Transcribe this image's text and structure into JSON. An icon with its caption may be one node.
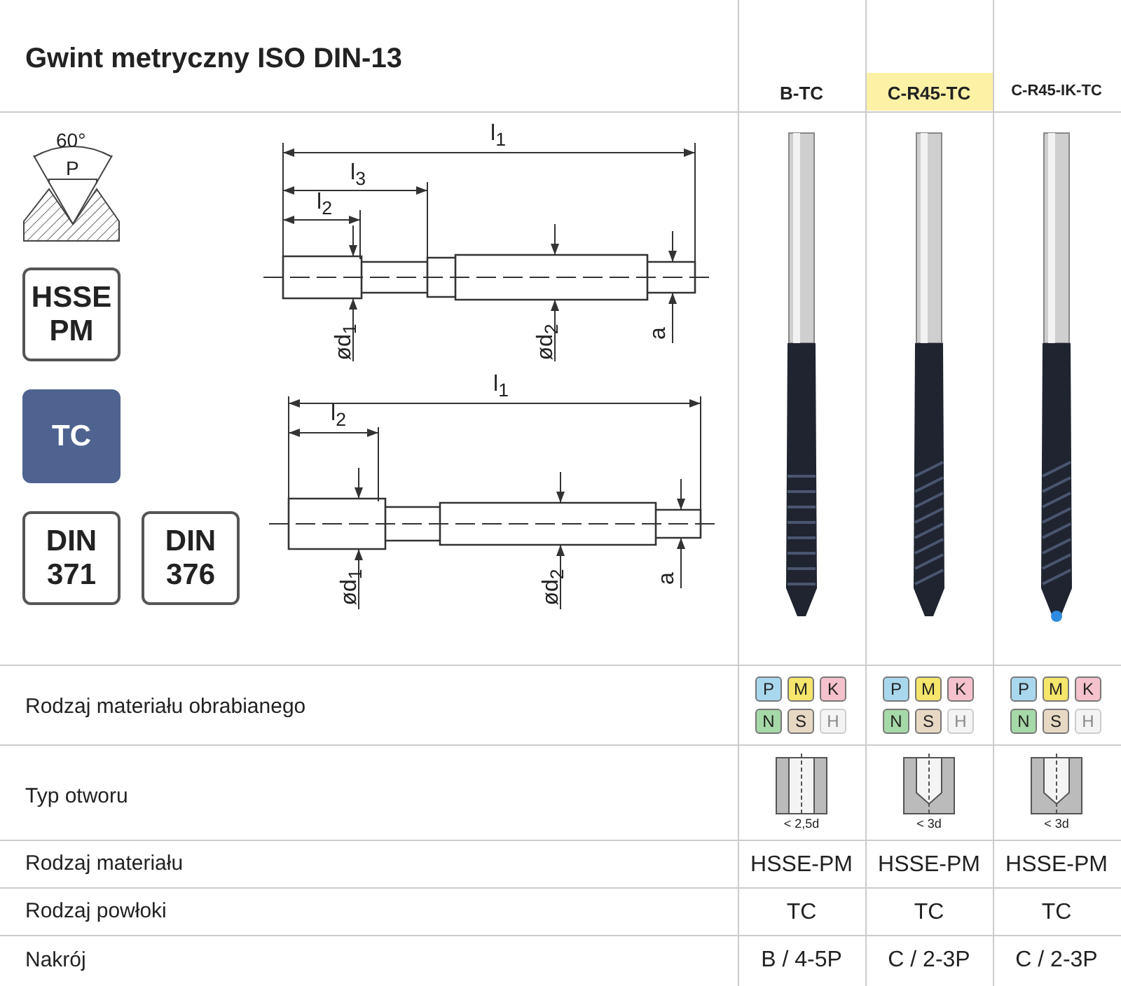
{
  "diagram": {
    "title": "Gwint metryczny ISO DIN-13",
    "labels": [
      "60°",
      "P",
      "HSSE PM",
      "TC",
      "DIN 371",
      "DIN 376",
      "l$_{1}$",
      "l$_{3}$",
      "l$_{2}$",
      "ød$_{1}$",
      "ød$_{2}$",
      "a",
      "l$_{1}$",
      "l$_{2}$",
      "ød$_{1}$",
      "ød$_{2}$",
      "a",
      "B-TC",
      "C-R45-TC",
      "C-R45-IK-TC",
      "Rodzaj materiału obrabianego",
      "P",
      "M",
      "K",
      "N",
      "S",
      "H",
      "P",
      "M",
      "K",
      "N",
      "S",
      "H",
      "P",
      "M",
      "K",
      "N",
      "S",
      "H",
      "Typ otworu",
      "< 2,5d",
      "< 3d",
      "< 3d",
      "Rodzaj materiału",
      "HSSE-PM",
      "HSSE-PM",
      "HSSE-PM",
      "Rodzaj powłoki",
      "TC",
      "TC",
      "TC",
      "Nakrój",
      "B / 4-5P",
      "C / 2-3P",
      "C / 2-3P"
    ]
  }
}
